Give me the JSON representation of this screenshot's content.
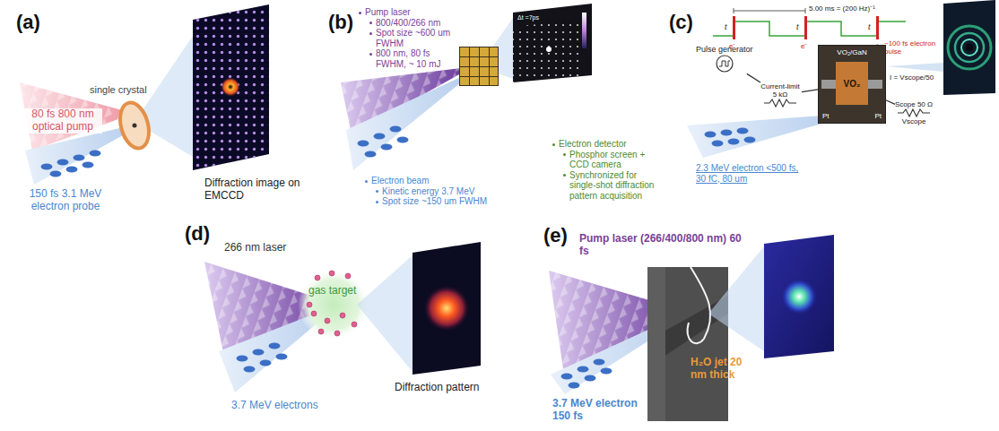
{
  "diagram": {
    "nodes": [
      {
        "text": [
          "Pulse generator"
        ]
      },
      {
        "text": [
          "Current-limit 5 kΩ"
        ]
      },
      {
        "text": [
          "VO₂/GaN",
          "VO₂",
          "Pt",
          "Pt"
        ]
      },
      {
        "text": [
          "Scope 50 Ω",
          "Vscope"
        ]
      }
    ],
    "edges": [
      {
        "from": 0,
        "to": 1,
        "arrow": "none"
      },
      {
        "from": 1,
        "to": 2,
        "arrow": "none"
      },
      {
        "from": 2,
        "to": 3,
        "arrow": "none"
      }
    ],
    "labels": [
      "(a)",
      "80 fs 800 nm optical pump",
      "single crystal",
      "150 fs 3.1 MeV electron probe",
      "Diffraction image on EMCCD",
      "(b)",
      "Pump laser",
      "800/400/266 nm",
      "Spot size ~600 um FWHM",
      "800 nm, 80 fs FWHM, ~ 10 mJ",
      "Δt =7ps",
      "Electron beam",
      "Kinetic energy 3.7 MeV",
      "Spot size ~150 um FWHM",
      "Electron detector",
      "Phosphor screen + CCD camera",
      "Synchronized for single-shot diffraction pattern acquisition",
      "(c)",
      "t",
      "t",
      "t",
      "5.00 ms = (200 Hz)⁻¹",
      "e⁻",
      "e⁻",
      "e⁻",
      "~100 fs electron pulse",
      "I = Vscope/50",
      "2.3 MeV electron <500 fs, 30 fC, 80 um",
      "(d)",
      "266 nm laser",
      "gas target",
      "Diffraction pattern",
      "3.7 MeV electrons",
      "(e)",
      "Pump laser (266/400/800 nm) 60 fs",
      "H₂O jet 20 nm thick",
      "3.7 MeV electron 150 fs"
    ]
  }
}
